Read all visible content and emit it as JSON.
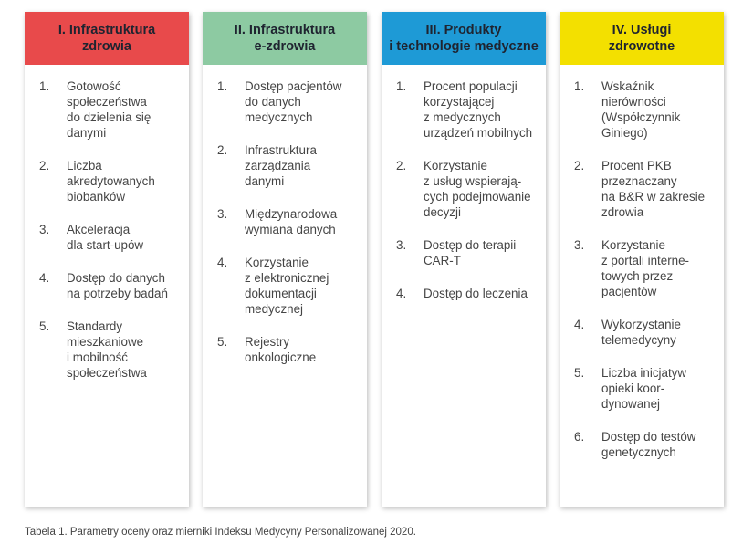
{
  "columns": [
    {
      "header": "I. Infrastruktura\nzdrowia",
      "color": "#e84a4b",
      "items": [
        {
          "num": "1.",
          "text": "Gotowość\nspołeczeństwa\ndo dzielenia się\ndanymi"
        },
        {
          "num": "2.",
          "text": "Liczba\nakredytowanych\nbiobanków"
        },
        {
          "num": "3.",
          "text": "Akceleracja\ndla start-upów"
        },
        {
          "num": "4.",
          "text": "Dostęp do danych\nna potrzeby badań"
        },
        {
          "num": "5.",
          "text": "Standardy\nmieszkaniowe\ni mobilność\nspołeczeństwa"
        }
      ]
    },
    {
      "header": "II. Infrastruktura\ne-zdrowia",
      "color": "#8dcaa2",
      "items": [
        {
          "num": "1.",
          "text": "Dostęp pacjentów\ndo danych\nmedycznych"
        },
        {
          "num": "2.",
          "text": "Infrastruktura\nzarządzania\ndanymi"
        },
        {
          "num": "3.",
          "text": "Międzynarodowa\nwymiana danych"
        },
        {
          "num": "4.",
          "text": "Korzystanie\nz elektronicznej\ndokumentacji\nmedycznej"
        },
        {
          "num": "5.",
          "text": "Rejestry\nonkologiczne"
        }
      ]
    },
    {
      "header": "III. Produkty\ni technologie medyczne",
      "color": "#1e9ad6",
      "items": [
        {
          "num": "1.",
          "text": "Procent populacji\nkorzystającej\nz medycznych\nurządzeń mobilnych"
        },
        {
          "num": "2.",
          "text": "Korzystanie\nz usług wspierają-\ncych podejmowanie\ndecyzji"
        },
        {
          "num": "3.",
          "text": "Dostęp do terapii\nCAR-T"
        },
        {
          "num": "4.",
          "text": "Dostęp do leczenia"
        }
      ]
    },
    {
      "header": "IV. Usługi\nzdrowotne",
      "color": "#f3e000",
      "items": [
        {
          "num": "1.",
          "text": "Wskaźnik\nnierówności\n(Współczynnik\nGiniego)"
        },
        {
          "num": "2.",
          "text": "Procent PKB\nprzeznaczany\nna B&R w zakresie\nzdrowia"
        },
        {
          "num": "3.",
          "text": "Korzystanie\nz portali interne-\ntowych przez\npacjentów"
        },
        {
          "num": "4.",
          "text": "Wykorzystanie\ntelemedycyny"
        },
        {
          "num": "5.",
          "text": "Liczba inicjatyw\nopieki koor-\ndynowanej"
        },
        {
          "num": "6.",
          "text": "Dostęp do testów\ngenetycznych"
        }
      ]
    }
  ],
  "caption": "Tabela 1. Parametry oceny oraz mierniki Indeksu Medycyny Personalizowanej 2020."
}
